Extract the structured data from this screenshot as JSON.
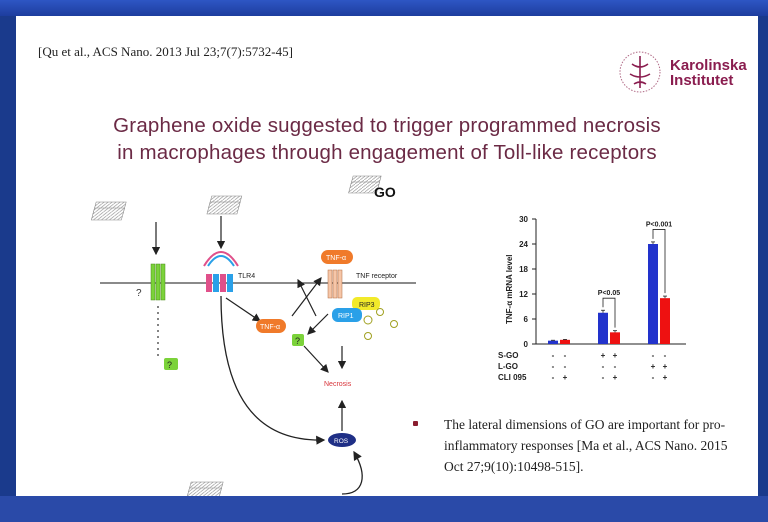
{
  "slide": {
    "citation": "[Qu et al., ACS Nano. 2013 Jul 23;7(7):5732-45]",
    "logo_line1": "Karolinska",
    "logo_line2": "Institutet",
    "title_line1": "Graphene oxide suggested to trigger programmed necrosis",
    "title_line2": "in macrophages through engagement of Toll-like receptors",
    "go_label": "GO"
  },
  "pathway": {
    "question": "?",
    "tlr4": "TLR4",
    "tnf_alpha": "TNF-α",
    "tnf_receptor": "TNF receptor",
    "rip3": "RIP3",
    "rip1": "RIP1",
    "necrosis": "Necrosis",
    "ros": "ROS",
    "colors": {
      "green": "#7bd23a",
      "orange": "#f07a2a",
      "pink": "#e0508a",
      "yellow": "#f2ea2a",
      "blue": "#2aa0e8",
      "navy": "#1f2f86",
      "necrosis_red": "#d8343a"
    }
  },
  "bullet": {
    "text": "The lateral dimensions of GO are important for pro-inflammatory responses [Ma et al., ACS Nano. 2015 Oct 27;9(10):10498-515]."
  },
  "chart_data": {
    "type": "bar",
    "ylabel": "TNF-α mRNA level",
    "ylim": [
      0,
      30
    ],
    "yticks": [
      "0",
      "6",
      "12",
      "18",
      "24",
      "30"
    ],
    "groups": [
      {
        "values": [
          0.8,
          1.0
        ],
        "colors": [
          "#2233cc",
          "#ee1111"
        ],
        "errors": [
          0.1,
          0.1
        ]
      },
      {
        "values": [
          7.5,
          2.8
        ],
        "colors": [
          "#2233cc",
          "#ee1111"
        ],
        "errors": [
          0.6,
          0.4
        ]
      },
      {
        "values": [
          24.0,
          11.0
        ],
        "colors": [
          "#2233cc",
          "#ee1111"
        ],
        "errors": [
          0.5,
          0.5
        ]
      }
    ],
    "annotations": [
      "P<0.05",
      "P<0.001"
    ],
    "rows": [
      {
        "label": "S-GO",
        "marks": [
          "-",
          "-",
          "+",
          "+",
          "-",
          "-"
        ]
      },
      {
        "label": "L-GO",
        "marks": [
          "-",
          "-",
          "-",
          "-",
          "+",
          "+"
        ]
      },
      {
        "label": "CLI 095",
        "marks": [
          "-",
          "+",
          "-",
          "+",
          "-",
          "+"
        ]
      }
    ]
  }
}
